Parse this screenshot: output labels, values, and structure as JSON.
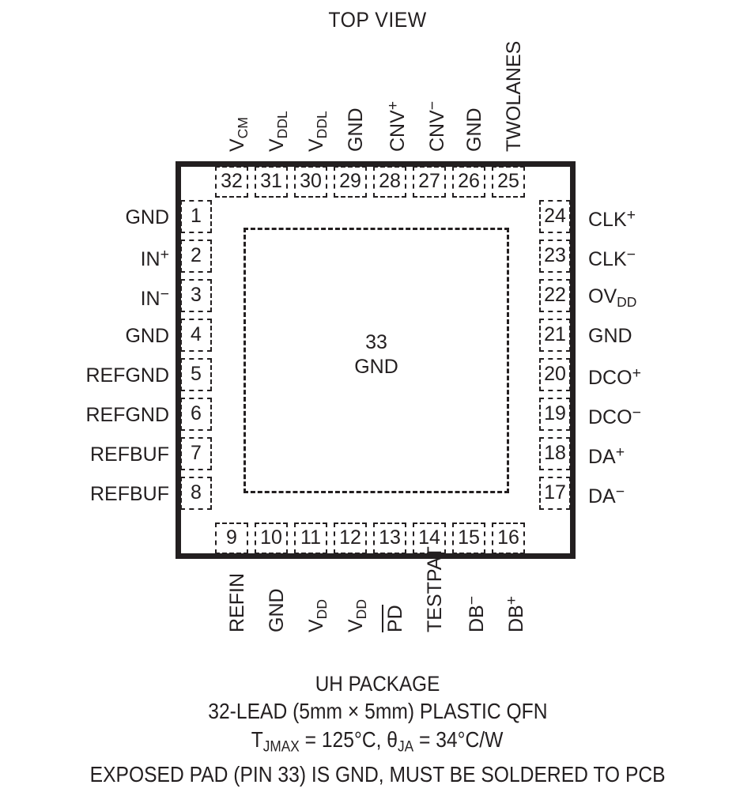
{
  "title": "TOP VIEW",
  "package": {
    "exposed_pad": {
      "pin": "33",
      "name": "GND"
    }
  },
  "pins": {
    "left": [
      {
        "number": "1",
        "label": "GND"
      },
      {
        "number": "2",
        "label": "IN+"
      },
      {
        "number": "3",
        "label": "IN−"
      },
      {
        "number": "4",
        "label": "GND"
      },
      {
        "number": "5",
        "label": "REFGND"
      },
      {
        "number": "6",
        "label": "REFGND"
      },
      {
        "number": "7",
        "label": "REFBUF"
      },
      {
        "number": "8",
        "label": "REFBUF"
      }
    ],
    "bottom": [
      {
        "number": "9",
        "label": "REFIN"
      },
      {
        "number": "10",
        "label": "GND"
      },
      {
        "number": "11",
        "label": "VDD"
      },
      {
        "number": "12",
        "label": "VDD"
      },
      {
        "number": "13",
        "label": "PD"
      },
      {
        "number": "14",
        "label": "TESTPAT"
      },
      {
        "number": "15",
        "label": "DB−"
      },
      {
        "number": "16",
        "label": "DB+"
      }
    ],
    "right": [
      {
        "number": "17",
        "label": "DA−"
      },
      {
        "number": "18",
        "label": "DA+"
      },
      {
        "number": "19",
        "label": "DCO−"
      },
      {
        "number": "20",
        "label": "DCO+"
      },
      {
        "number": "21",
        "label": "GND"
      },
      {
        "number": "22",
        "label": "OVDD"
      },
      {
        "number": "23",
        "label": "CLK−"
      },
      {
        "number": "24",
        "label": "CLK+"
      }
    ],
    "top": [
      {
        "number": "25",
        "label": "TWOLANES"
      },
      {
        "number": "26",
        "label": "GND"
      },
      {
        "number": "27",
        "label": "CNV−"
      },
      {
        "number": "28",
        "label": "CNV+"
      },
      {
        "number": "29",
        "label": "GND"
      },
      {
        "number": "30",
        "label": "VDDL"
      },
      {
        "number": "31",
        "label": "VDDL"
      },
      {
        "number": "32",
        "label": "VCM"
      }
    ]
  },
  "caption": {
    "line1": "UH PACKAGE",
    "line2": "32-LEAD (5mm × 5mm) PLASTIC QFN",
    "line3_prefix": "T",
    "line3_sub1": "JMAX",
    "line3_mid": " = 125°C, θ",
    "line3_sub2": "JA",
    "line3_suffix": " = 34°C/W",
    "line4": "EXPOSED PAD (PIN 33) IS GND, MUST BE SOLDERED TO PCB"
  },
  "colors": {
    "ink": "#231f20",
    "background": "#ffffff"
  }
}
